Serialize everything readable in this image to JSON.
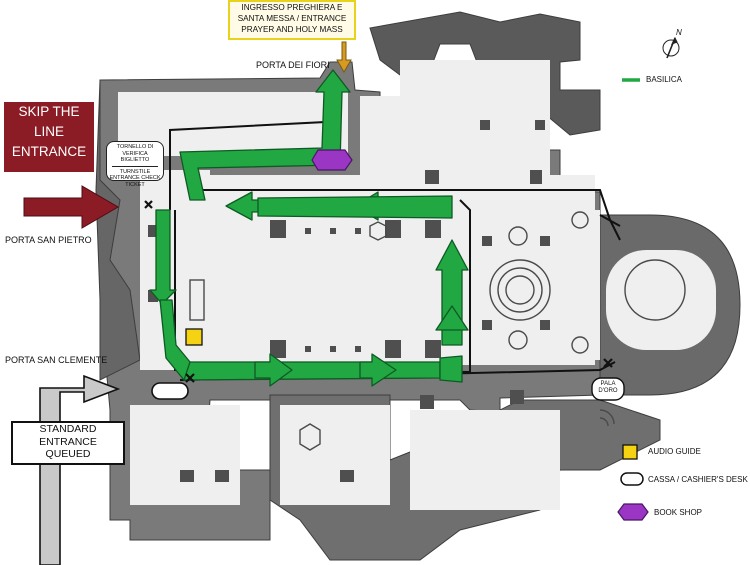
{
  "top_entrance": {
    "line1": "INGRESSO PREGHIERA E",
    "line2": "SANTA MESSA / ENTRANCE",
    "line3": "PRAYER AND HOLY MASS"
  },
  "doors": {
    "porta_dei_fiori": "PORTA DEI FIORI",
    "porta_san_pietro": "PORTA SAN PIETRO",
    "porta_san_clemente": "PORTA SAN CLEMENTE"
  },
  "skip_line": {
    "line1": "SKIP THE",
    "line2": "LINE",
    "line3": "ENTRANCE"
  },
  "standard_entrance": {
    "line1": "STANDARD",
    "line2": "ENTRANCE",
    "line3": "QUEUED"
  },
  "turnstile": {
    "it": "TORNELLO DI VERIFICA BIGLIETTO",
    "en": "TURNSTILE ENTRANCE CHECK TICKET"
  },
  "pala_doro": {
    "line1": "PALA",
    "line2": "D'ORO"
  },
  "compass": {
    "label": "N"
  },
  "legend": {
    "basilica": {
      "label": "BASILICA",
      "color": "#22a843"
    },
    "audio_guide": {
      "label": "AUDIO GUIDE",
      "color": "#f5d313"
    },
    "cassa": {
      "label": "CASSA / CASHIER'S DESK"
    },
    "book_shop": {
      "label": "BOOK SHOP",
      "color": "#9b35c4"
    }
  },
  "colors": {
    "route_green": "#22a843",
    "skip_red": "#8b1c25",
    "arrow_grey": "#c9c9c9",
    "mass_arrow": "#d79b22",
    "wall_dark": "#555555",
    "floor": "#eeeeee"
  }
}
